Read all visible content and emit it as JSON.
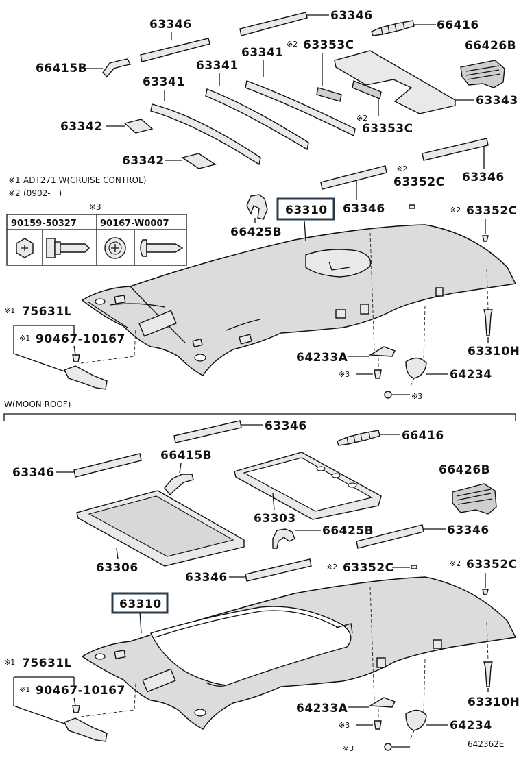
{
  "notes": {
    "note1_mark": "※1",
    "note1_text": "ADT271 W(CRUISE CONTROL)",
    "note2_mark": "※2",
    "note2_text": "(0902-　)",
    "note3_mark": "※3"
  },
  "fastener_table": {
    "headers": [
      "90159-50327",
      "90167-W0007"
    ]
  },
  "section_moon_roof": "W(MOON ROOF)",
  "figure_code": "642362E",
  "top": {
    "labels": {
      "p63346_a": "63346",
      "p63346_b": "63346",
      "p66416": "66416",
      "p66415B": "66415B",
      "p63341_a": "63341",
      "p63341_b": "63341",
      "p63341_c": "63341",
      "p63353C_a": "63353C",
      "p63353C_b": "63353C",
      "p66426B": "66426B",
      "p63343": "63343",
      "p63342_a": "63342",
      "p63342_b": "63342",
      "p63346_c": "63346",
      "p63346_d": "63346",
      "p63352C_a": "63352C",
      "p63352C_b": "63352C",
      "p66425B": "66425B",
      "p63310": "63310",
      "p75631L": "75631L",
      "p90467": "90467-10167",
      "p63310H": "63310H",
      "p64233A": "64233A",
      "p64234": "64234"
    }
  },
  "bottom": {
    "labels": {
      "p63346_a": "63346",
      "p66416": "66416",
      "p63346_b": "63346",
      "p66415B": "66415B",
      "p66426B": "66426B",
      "p63303": "63303",
      "p66425B": "66425B",
      "p63346_c": "63346",
      "p63306": "63306",
      "p63346_d": "63346",
      "p63352C_a": "63352C",
      "p63352C_b": "63352C",
      "p63310": "63310",
      "p75631L": "75631L",
      "p90467": "90467-10167",
      "p63310H": "63310H",
      "p64233A": "64233A",
      "p64234": "64234"
    }
  }
}
